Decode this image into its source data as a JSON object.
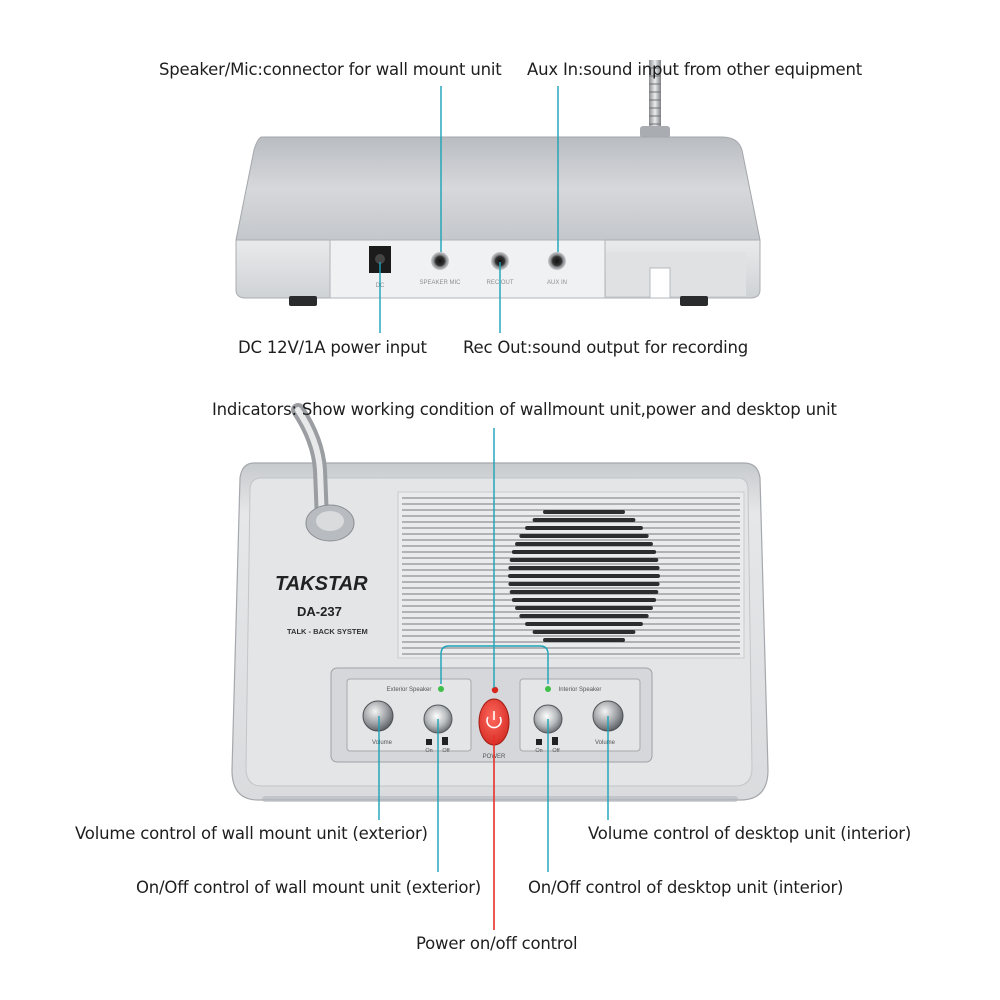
{
  "callouts": {
    "speaker_mic": "Speaker/Mic:connector for wall mount unit",
    "aux_in": "Aux In:sound input from other equipment",
    "dc_power": "DC 12V/1A power input",
    "rec_out": "Rec Out:sound output for recording",
    "indicators": "Indicators: Show working condition of wallmount unit,power and desktop unit",
    "vol_exterior": "Volume control of wall mount unit (exterior)",
    "vol_interior": "Volume control of desktop unit (interior)",
    "onoff_exterior": "On/Off control of wall mount unit (exterior)",
    "onoff_interior": "On/Off control of desktop unit (interior)",
    "power_control": "Power on/off control"
  },
  "device": {
    "brand": "TAKSTAR",
    "model": "DA-237",
    "subtitle": "TALK - BACK SYSTEM",
    "exterior_speaker": "Exterior Speaker",
    "interior_speaker": "Interior Speaker",
    "volume": "Volume",
    "on": "On",
    "off": "Off",
    "power": "POWER",
    "rear_dc": "DC",
    "rear_speaker_mic": "SPEAKER MIC",
    "rear_rec_out": "REC OUT",
    "rear_aux_in": "AUX IN"
  },
  "colors": {
    "leader_lines": "#1ba3b8",
    "power_button": "#e8302a",
    "indicator_green": "#3fbf4a",
    "indicator_red": "#d9261c",
    "body_silver": "#c9ccd0"
  }
}
